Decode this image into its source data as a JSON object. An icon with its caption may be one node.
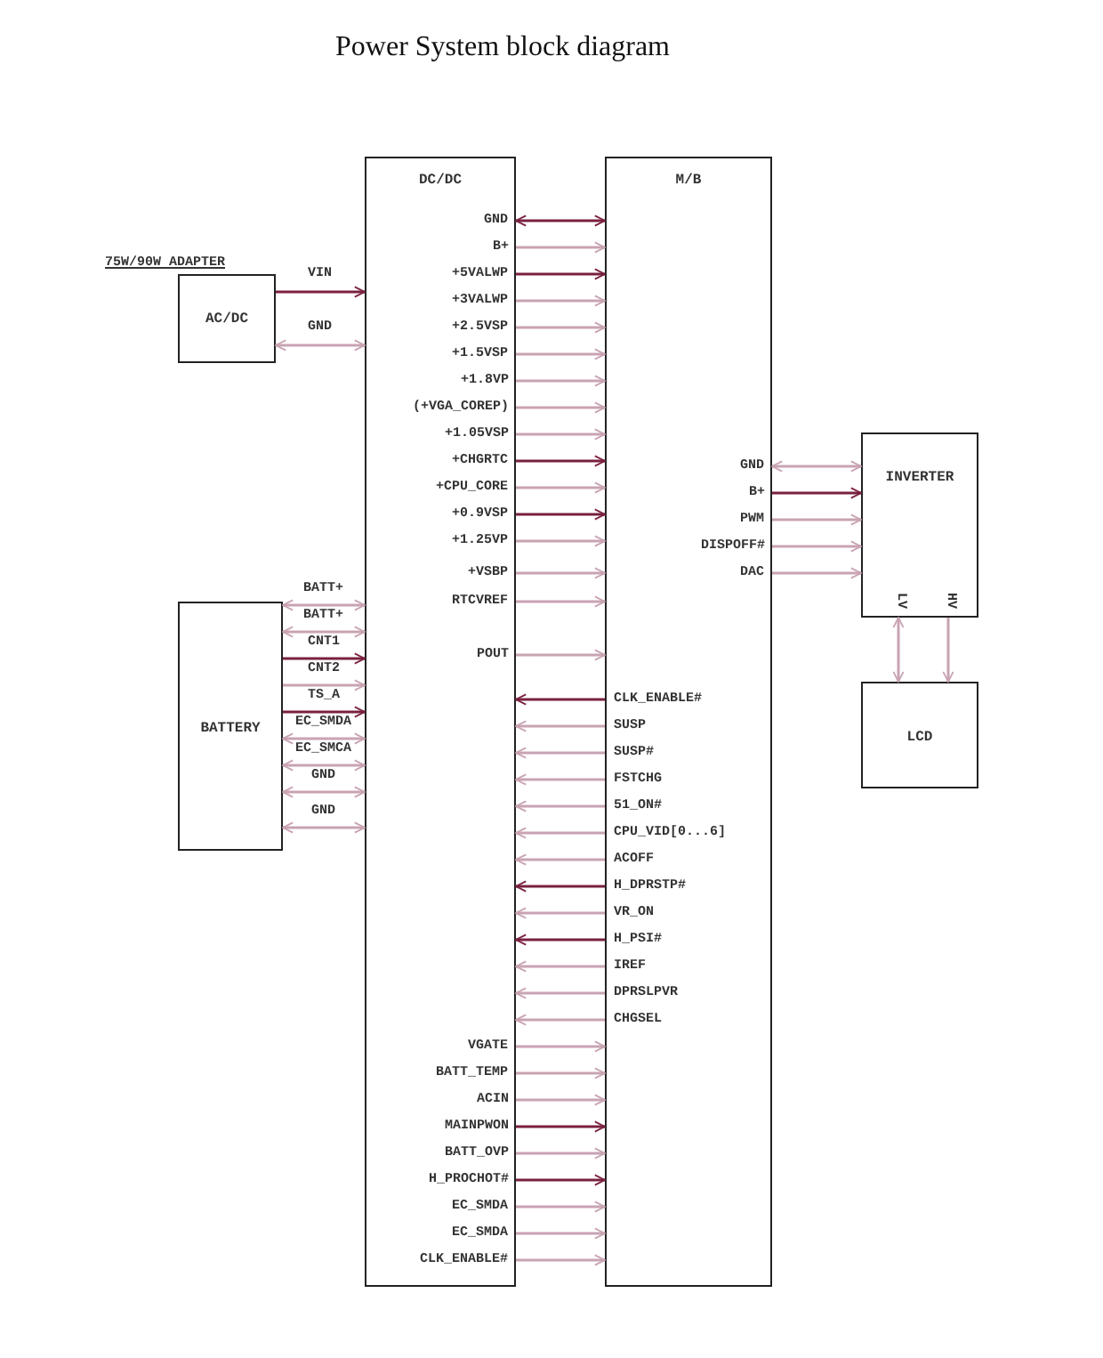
{
  "diagram": {
    "title": "Power System block diagram",
    "nodes": [
      {
        "text": [
          "DC/DC"
        ]
      },
      {
        "text": [
          "M/B"
        ]
      },
      {
        "text": [
          "AC/DC"
        ],
        "beside": [
          "75W/90W ADAPTER"
        ]
      },
      {
        "text": [
          "BATTERY"
        ]
      },
      {
        "text": [
          "INVERTER"
        ]
      },
      {
        "text": [
          "LCD"
        ]
      }
    ],
    "edges": [
      {
        "from": 2,
        "to": 0,
        "arrow": "to",
        "label": "VIN",
        "color": "#7a2040"
      },
      {
        "from": 2,
        "to": 0,
        "arrow": "both",
        "label": "GND"
      },
      {
        "from": 0,
        "to": 1,
        "arrow": "both",
        "label": "GND",
        "color": "#7a2040"
      },
      {
        "from": 0,
        "to": 1,
        "arrow": "to",
        "label": "B+"
      },
      {
        "from": 0,
        "to": 1,
        "arrow": "to",
        "label": "+5VALWP",
        "color": "#7a2040"
      },
      {
        "from": 0,
        "to": 1,
        "arrow": "to",
        "label": "+3VALWP"
      },
      {
        "from": 0,
        "to": 1,
        "arrow": "to",
        "label": "+2.5VSP"
      },
      {
        "from": 0,
        "to": 1,
        "arrow": "to",
        "label": "+1.5VSP"
      },
      {
        "from": 0,
        "to": 1,
        "arrow": "to",
        "label": "+1.8VP"
      },
      {
        "from": 0,
        "to": 1,
        "arrow": "to",
        "label": "(+VGA_COREP)"
      },
      {
        "from": 0,
        "to": 1,
        "arrow": "to",
        "label": "+1.05VSP"
      },
      {
        "from": 0,
        "to": 1,
        "arrow": "to",
        "label": "+CHGRTC",
        "color": "#7a2040"
      },
      {
        "from": 0,
        "to": 1,
        "arrow": "to",
        "label": "+CPU_CORE"
      },
      {
        "from": 0,
        "to": 1,
        "arrow": "to",
        "label": "+0.9VSP",
        "color": "#7a2040"
      },
      {
        "from": 0,
        "to": 1,
        "arrow": "to",
        "label": "+1.25VP"
      },
      {
        "from": 0,
        "to": 1,
        "arrow": "to",
        "label": "+VSBP"
      },
      {
        "from": 0,
        "to": 1,
        "arrow": "to",
        "label": "RTCVREF"
      },
      {
        "from": 0,
        "to": 1,
        "arrow": "to",
        "label": "POUT"
      },
      {
        "from": 1,
        "to": 0,
        "arrow": "to",
        "label": "CLK_ENABLE#",
        "color": "#7a2040"
      },
      {
        "from": 1,
        "to": 0,
        "arrow": "to",
        "label": "SUSP"
      },
      {
        "from": 1,
        "to": 0,
        "arrow": "to",
        "label": "SUSP#"
      },
      {
        "from": 1,
        "to": 0,
        "arrow": "to",
        "label": "FSTCHG"
      },
      {
        "from": 1,
        "to": 0,
        "arrow": "to",
        "label": "51_ON#"
      },
      {
        "from": 1,
        "to": 0,
        "arrow": "to",
        "label": "CPU_VID[0...6]"
      },
      {
        "from": 1,
        "to": 0,
        "arrow": "to",
        "label": "ACOFF"
      },
      {
        "from": 1,
        "to": 0,
        "arrow": "to",
        "label": "H_DPRSTP#",
        "color": "#7a2040"
      },
      {
        "from": 1,
        "to": 0,
        "arrow": "to",
        "label": "VR_ON"
      },
      {
        "from": 1,
        "to": 0,
        "arrow": "to",
        "label": "H_PSI#",
        "color": "#7a2040"
      },
      {
        "from": 1,
        "to": 0,
        "arrow": "to",
        "label": "IREF"
      },
      {
        "from": 1,
        "to": 0,
        "arrow": "to",
        "label": "DPRSLPVR"
      },
      {
        "from": 1,
        "to": 0,
        "arrow": "to",
        "label": "CHGSEL"
      },
      {
        "from": 0,
        "to": 1,
        "arrow": "to",
        "label": "VGATE"
      },
      {
        "from": 0,
        "to": 1,
        "arrow": "to",
        "label": "BATT_TEMP"
      },
      {
        "from": 0,
        "to": 1,
        "arrow": "to",
        "label": "ACIN"
      },
      {
        "from": 0,
        "to": 1,
        "arrow": "to",
        "label": "MAINPWON",
        "color": "#7a2040"
      },
      {
        "from": 0,
        "to": 1,
        "arrow": "to",
        "label": "BATT_OVP"
      },
      {
        "from": 0,
        "to": 1,
        "arrow": "to",
        "label": "H_PROCHOT#",
        "color": "#7a2040"
      },
      {
        "from": 0,
        "to": 1,
        "arrow": "to",
        "label": "EC_SMDA"
      },
      {
        "from": 0,
        "to": 1,
        "arrow": "to",
        "label": "EC_SMDA"
      },
      {
        "from": 0,
        "to": 1,
        "arrow": "to",
        "label": "CLK_ENABLE#"
      },
      {
        "from": 3,
        "to": 0,
        "arrow": "both",
        "label": "BATT+"
      },
      {
        "from": 3,
        "to": 0,
        "arrow": "both",
        "label": "BATT+"
      },
      {
        "from": 3,
        "to": 0,
        "arrow": "to",
        "label": "CNT1",
        "color": "#7a2040"
      },
      {
        "from": 3,
        "to": 0,
        "arrow": "to",
        "label": "CNT2"
      },
      {
        "from": 3,
        "to": 0,
        "arrow": "to",
        "label": "TS_A",
        "color": "#7a2040"
      },
      {
        "from": 3,
        "to": 0,
        "arrow": "both",
        "label": "EC_SMDA"
      },
      {
        "from": 3,
        "to": 0,
        "arrow": "both",
        "label": "EC_SMCA"
      },
      {
        "from": 3,
        "to": 0,
        "arrow": "both",
        "label": "GND"
      },
      {
        "from": 3,
        "to": 0,
        "arrow": "both",
        "label": "GND"
      },
      {
        "from": 1,
        "to": 4,
        "arrow": "both",
        "label": "GND"
      },
      {
        "from": 1,
        "to": 4,
        "arrow": "to",
        "label": "B+",
        "color": "#7a2040"
      },
      {
        "from": 1,
        "to": 4,
        "arrow": "to",
        "label": "PWM"
      },
      {
        "from": 1,
        "to": 4,
        "arrow": "to",
        "label": "DISPOFF#"
      },
      {
        "from": 1,
        "to": 4,
        "arrow": "to",
        "label": "DAC"
      },
      {
        "from": 4,
        "to": 5,
        "arrow": "both",
        "label": "LV"
      },
      {
        "from": 4,
        "to": 5,
        "arrow": "to",
        "label": "HV"
      }
    ]
  }
}
